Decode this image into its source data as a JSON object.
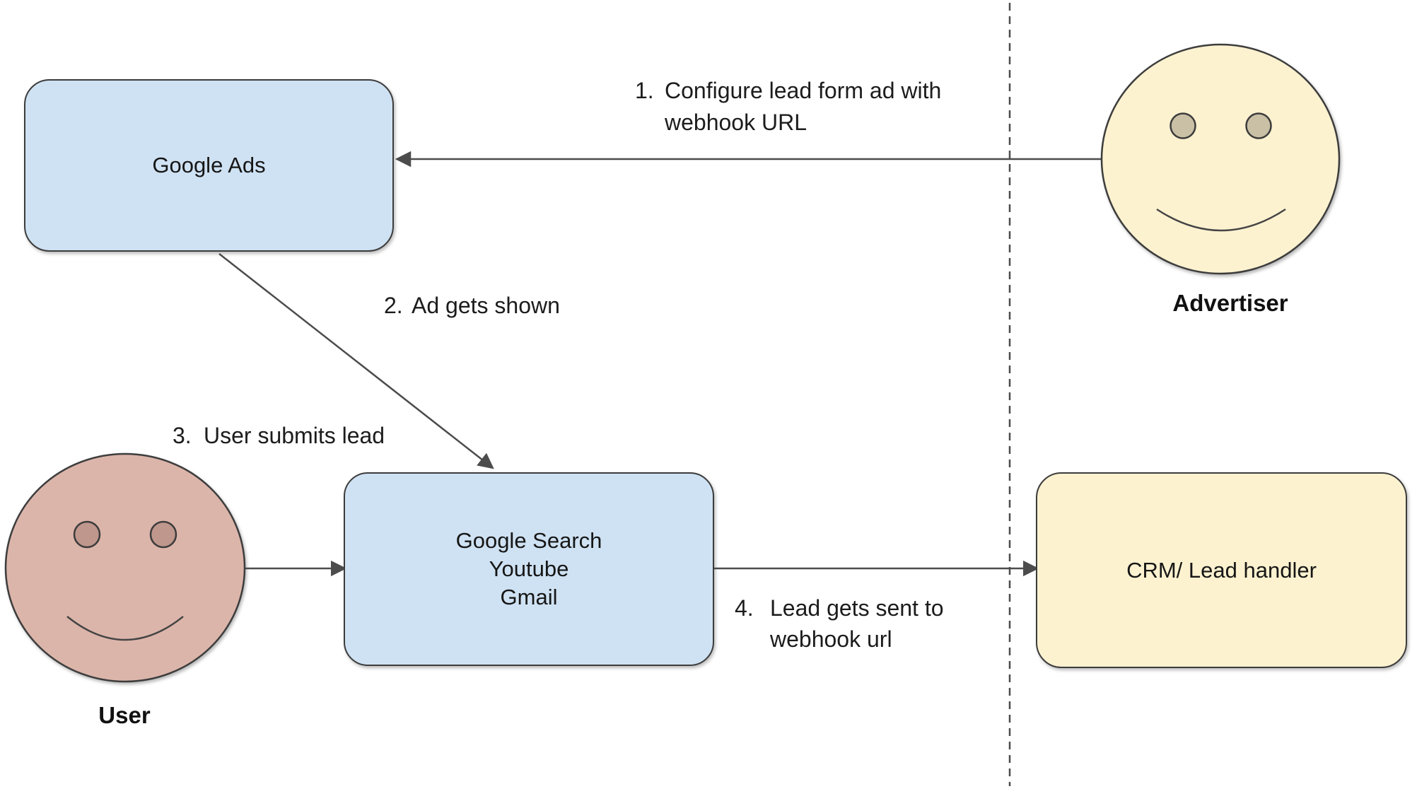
{
  "diagram": {
    "title_implicit": "Google Ads lead form webhook flow",
    "nodes": {
      "google_ads": {
        "label": "Google Ads"
      },
      "surfaces": {
        "lines": [
          "Google Search",
          "Youtube",
          "Gmail"
        ]
      },
      "crm": {
        "label": "CRM/ Lead handler"
      }
    },
    "actors": {
      "advertiser": {
        "label": "Advertiser",
        "icon": "advertiser-smiley-icon"
      },
      "user": {
        "label": "User",
        "icon": "user-smiley-icon"
      }
    },
    "steps": [
      {
        "num": "1.",
        "line1": "Configure lead form ad with",
        "line2": "webhook URL"
      },
      {
        "num": "2.",
        "line1": "Ad gets shown",
        "line2": ""
      },
      {
        "num": "3.",
        "line1": "User submits lead",
        "line2": ""
      },
      {
        "num": "4.",
        "line1": "Lead gets sent to",
        "line2": "webhook url"
      }
    ],
    "colors": {
      "box_blue": "#cfe2f3",
      "box_yellow": "#fdf2d0",
      "face_yellow": "#fdf2d0",
      "face_pink": "#dcb5aa",
      "eye_tan": "#c9c0a6",
      "eye_pink": "#bf978d",
      "outline": "#3c3c3c",
      "arrow": "#4c4c4c",
      "background": "#ffffff"
    }
  }
}
